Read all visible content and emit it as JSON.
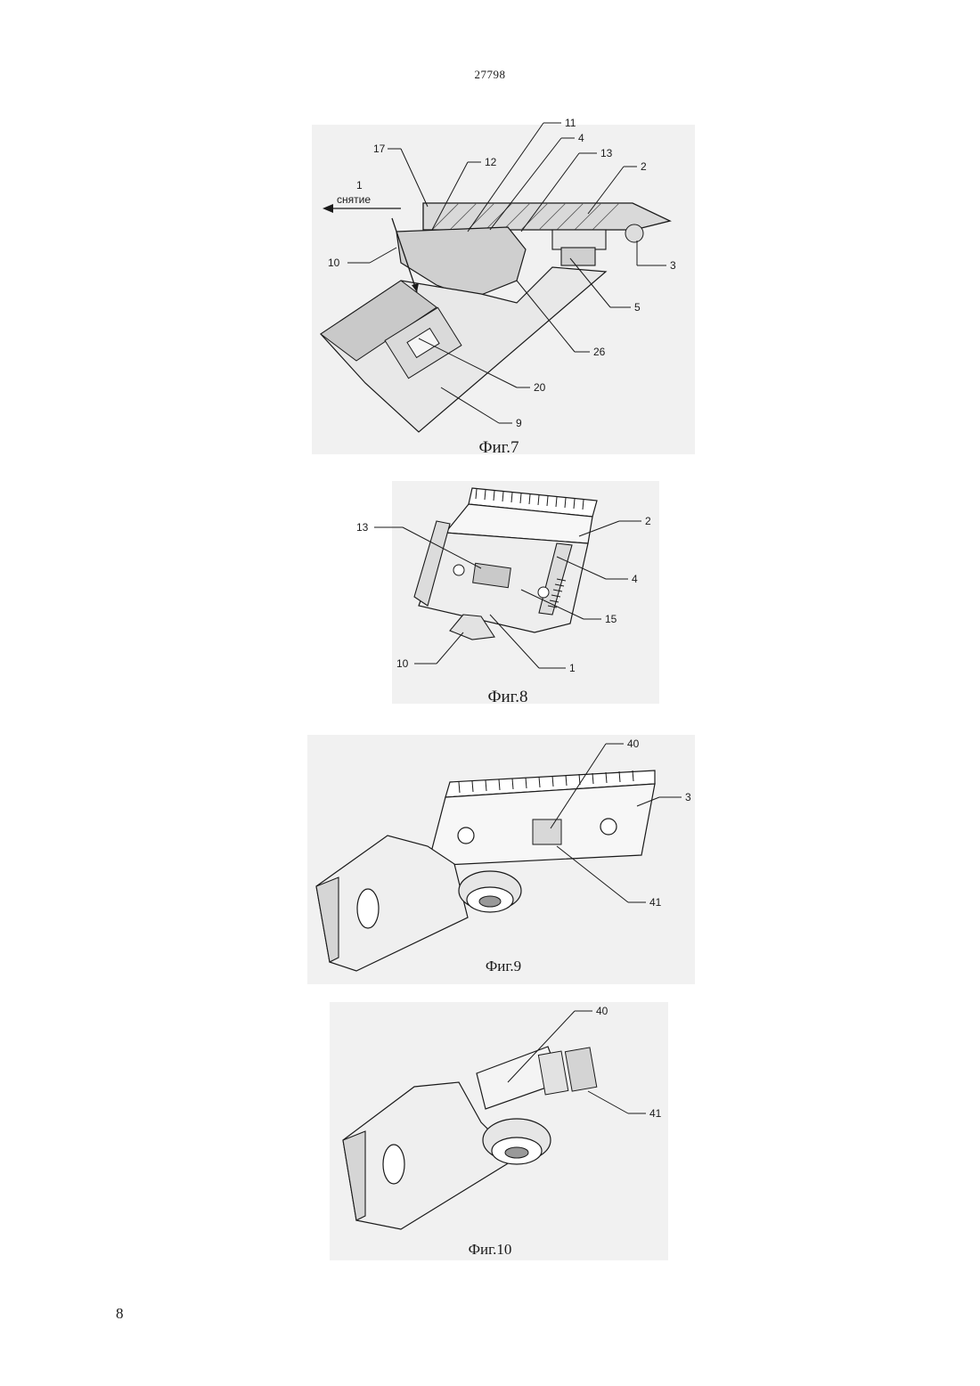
{
  "document": {
    "header_number": "27798",
    "page_number": "8"
  },
  "figures": [
    {
      "caption": "Фиг.7",
      "arrow_label_number": "1",
      "arrow_label_text": "снятие",
      "labels": [
        "17",
        "12",
        "11",
        "4",
        "13",
        "2",
        "10",
        "3",
        "5",
        "26",
        "20",
        "9"
      ]
    },
    {
      "caption": "Фиг.8",
      "labels": [
        "13",
        "2",
        "4",
        "15",
        "10",
        "1"
      ]
    },
    {
      "caption": "Фиг.9",
      "labels": [
        "40",
        "3",
        "41"
      ]
    },
    {
      "caption": "Фиг.10",
      "labels": [
        "40",
        "41"
      ]
    }
  ]
}
